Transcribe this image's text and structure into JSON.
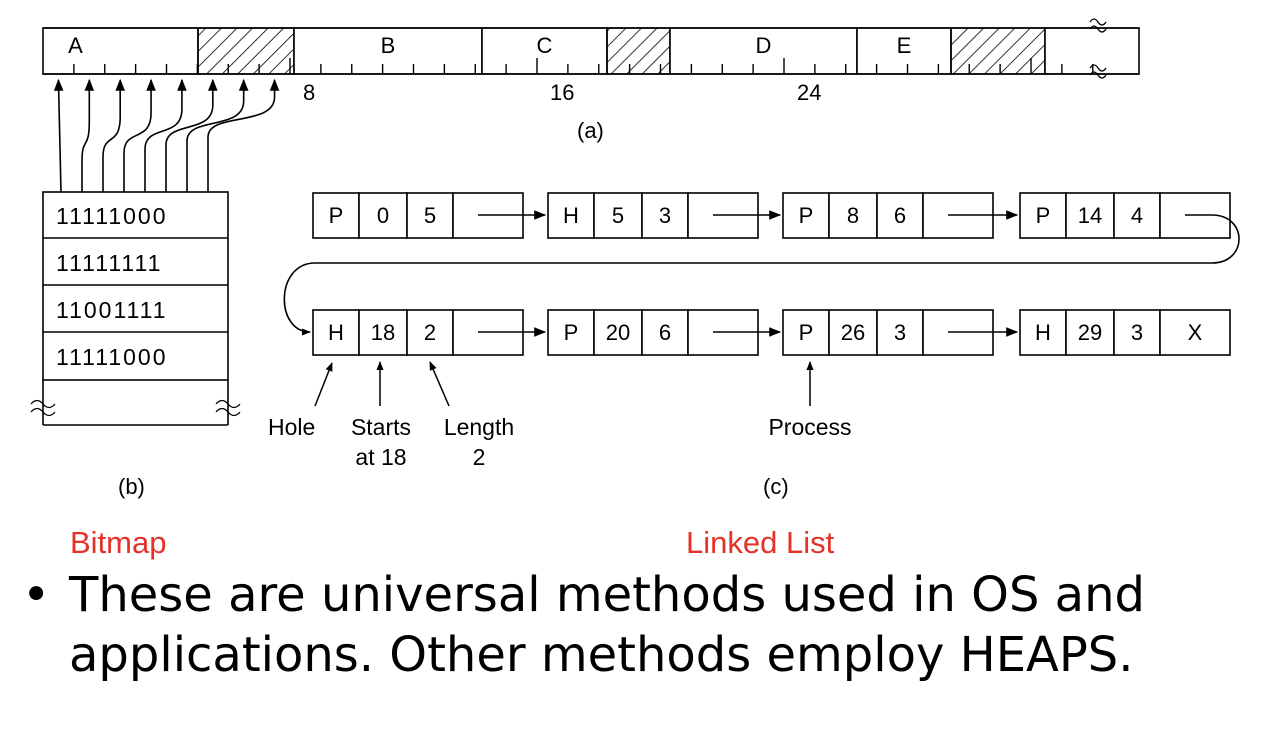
{
  "memory_bar": {
    "segments": [
      {
        "label": "A",
        "hatched": false
      },
      {
        "label": "",
        "hatched": true
      },
      {
        "label": "B",
        "hatched": false
      },
      {
        "label": "C",
        "hatched": false
      },
      {
        "label": "",
        "hatched": true
      },
      {
        "label": "D",
        "hatched": false
      },
      {
        "label": "E",
        "hatched": false
      },
      {
        "label": "",
        "hatched": true
      },
      {
        "label": "",
        "hatched": false
      }
    ],
    "tick_labels": [
      "8",
      "16",
      "24"
    ],
    "caption": "(a)"
  },
  "bitmap": {
    "rows": [
      "11111000",
      "11111111",
      "11001111",
      "11111000"
    ],
    "caption": "(b)",
    "title": "Bitmap",
    "title_color": "#e53228"
  },
  "linked_list": {
    "row1": [
      {
        "type": "P",
        "start": "0",
        "length": "5",
        "next": ""
      },
      {
        "type": "H",
        "start": "5",
        "length": "3",
        "next": ""
      },
      {
        "type": "P",
        "start": "8",
        "length": "6",
        "next": ""
      },
      {
        "type": "P",
        "start": "14",
        "length": "4",
        "next": ""
      }
    ],
    "row2": [
      {
        "type": "H",
        "start": "18",
        "length": "2",
        "next": ""
      },
      {
        "type": "P",
        "start": "20",
        "length": "6",
        "next": ""
      },
      {
        "type": "P",
        "start": "26",
        "length": "3",
        "next": ""
      },
      {
        "type": "H",
        "start": "29",
        "length": "3",
        "next": "X"
      }
    ],
    "annotations": {
      "hole": "Hole",
      "starts_line1": "Starts",
      "starts_line2": "at 18",
      "length_line1": "Length",
      "length_line2": "2",
      "process": "Process"
    },
    "caption": "(c)",
    "title": "Linked List",
    "title_color": "#e53228"
  },
  "bullet": {
    "symbol": "•",
    "text": "These are universal methods used in OS and applications. Other methods employ HEAPS."
  }
}
